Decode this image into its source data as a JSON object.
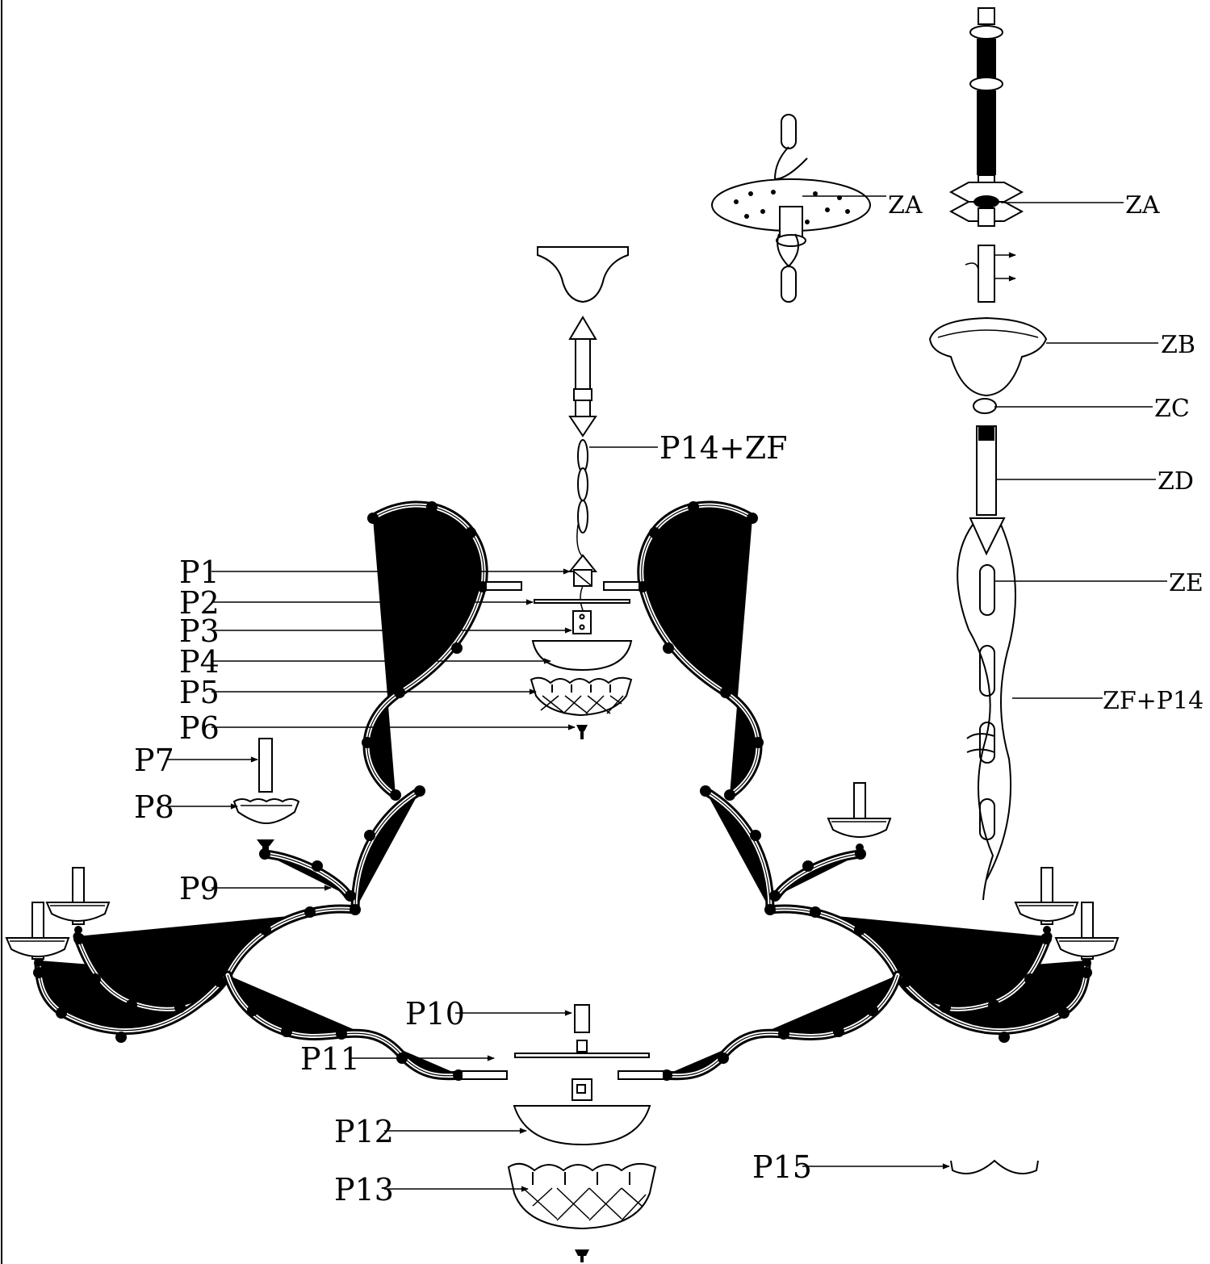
{
  "labels": {
    "p1": "P1",
    "p2": "P2",
    "p3": "P3",
    "p4": "P4",
    "p5": "P5",
    "p6": "P6",
    "p7": "P7",
    "p8": "P8",
    "p9": "P9",
    "p10": "P10",
    "p11": "P11",
    "p12": "P12",
    "p13": "P13",
    "p14_zf": "P14+ZF",
    "p15": "P15",
    "za_left": "ZA",
    "za_right": "ZA",
    "zb": "ZB",
    "zc": "ZC",
    "zd": "ZD",
    "ze": "ZE",
    "zf_p14": "ZF+P14"
  }
}
